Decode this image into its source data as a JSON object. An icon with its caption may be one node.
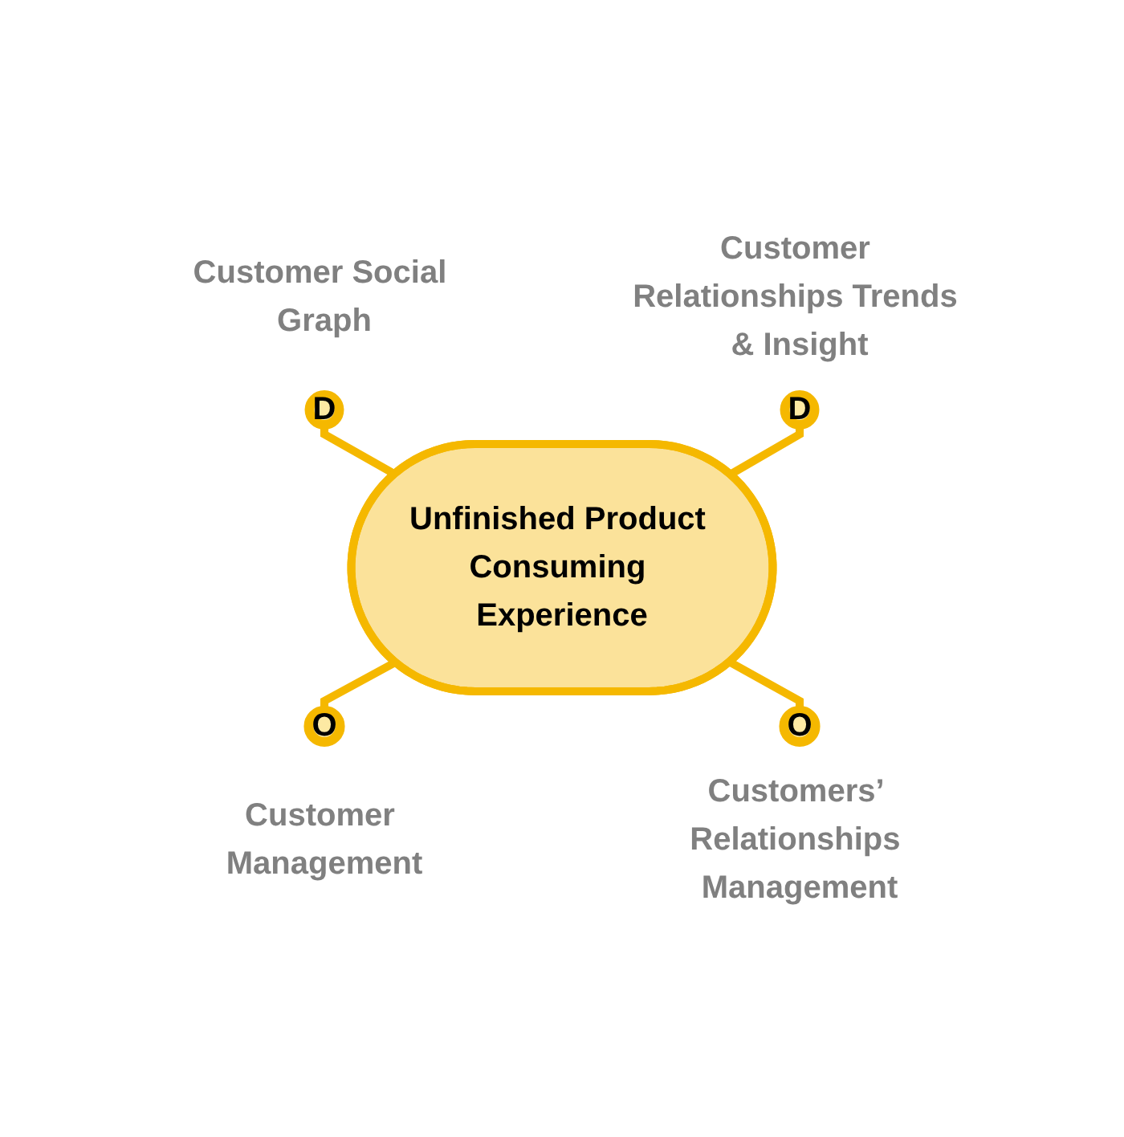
{
  "diagram": {
    "nodes": [
      {
        "text": [
          "D"
        ],
        "beside": [
          "Customer Social Graph"
        ]
      },
      {
        "text": [
          "D"
        ],
        "beside": [
          "Customer Relationships Trends & Insight"
        ]
      },
      {
        "text": [
          "Unfinished Product Consuming Experience"
        ]
      },
      {
        "text": [
          "O"
        ],
        "beside": [
          "Customer Management"
        ]
      },
      {
        "text": [
          "O"
        ],
        "beside": [
          "Customers’ Relationships Management"
        ]
      }
    ],
    "edges": [
      {
        "from": 0,
        "to": 2,
        "arrow": "none"
      },
      {
        "from": 1,
        "to": 2,
        "arrow": "none"
      },
      {
        "from": 2,
        "to": 3,
        "arrow": "none"
      },
      {
        "from": 2,
        "to": 4,
        "arrow": "none"
      }
    ]
  }
}
